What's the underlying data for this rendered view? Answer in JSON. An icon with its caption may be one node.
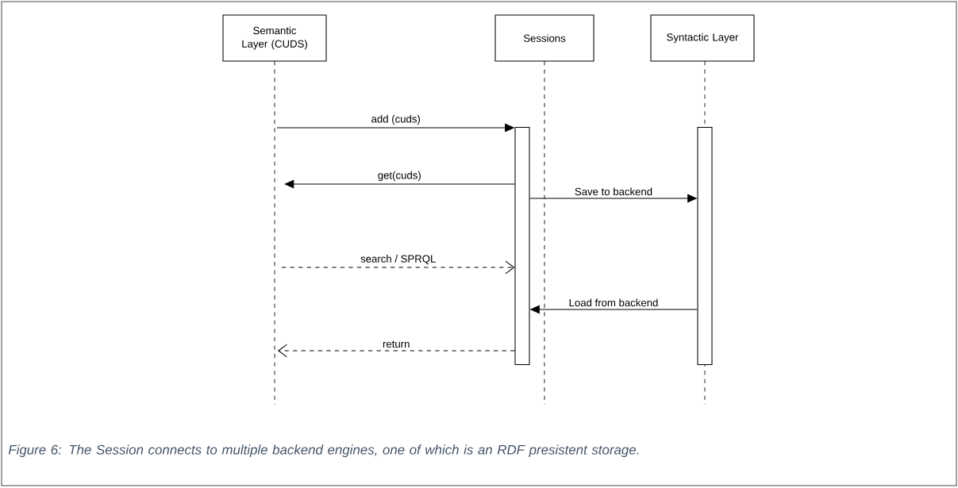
{
  "diagram": {
    "caption": "Figure 6: The Session connects to multiple backend engines, one of which is an RDF presistent storage.",
    "nodes": [
      {
        "text": [
          "Semantic Layer (CUDS)"
        ]
      },
      {
        "text": [
          "Sessions"
        ]
      },
      {
        "text": [
          "Syntactic Layer"
        ]
      },
      {
        "text": [],
        "shape": "bar"
      },
      {
        "text": [],
        "shape": "bar"
      }
    ],
    "edges": [
      {
        "from": null,
        "to": 3,
        "arrow": "to",
        "label": "add (cuds)"
      },
      {
        "from": 3,
        "to": null,
        "arrow": "to",
        "label": "get(cuds)"
      },
      {
        "from": 3,
        "to": 4,
        "arrow": "to",
        "label": "Save to backend"
      },
      {
        "from": null,
        "to": 3,
        "arrow": "to",
        "label": "search  /  SPRQL",
        "style": "dashed"
      },
      {
        "from": 4,
        "to": 3,
        "arrow": "to",
        "label": "Load from backend"
      },
      {
        "from": 3,
        "to": null,
        "arrow": "to",
        "label": "return",
        "style": "dashed"
      }
    ]
  }
}
